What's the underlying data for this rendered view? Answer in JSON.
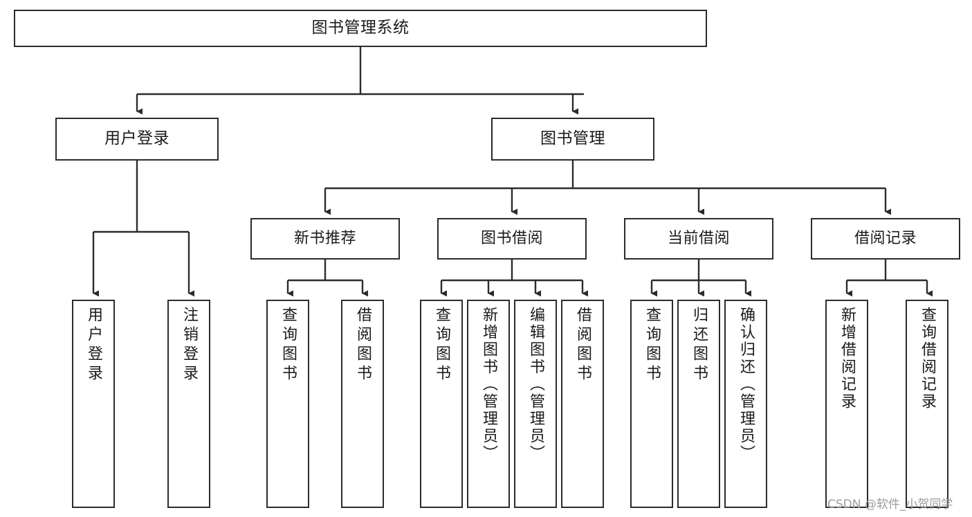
{
  "diagram": {
    "title": "图书管理系统",
    "type": "tree-hierarchy",
    "watermark": "CSDN @软件_小贺同学",
    "colors": {
      "background": "#ffffff",
      "box_border": "#2b2b2b",
      "edge": "#2b2b2b",
      "text": "#1a1a1a",
      "watermark": "#9c9c9c"
    },
    "nodes": {
      "root": {
        "label": "图书管理系统"
      },
      "level2": [
        {
          "label": "用户登录"
        },
        {
          "label": "图书管理"
        }
      ],
      "level3": [
        {
          "label": "新书推荐"
        },
        {
          "label": "图书借阅"
        },
        {
          "label": "当前借阅"
        },
        {
          "label": "借阅记录"
        }
      ],
      "leaves": {
        "user_login": [
          {
            "label": "用户登录"
          },
          {
            "label": "注销登录"
          }
        ],
        "new_book_recommend": [
          {
            "label": "查询图书"
          },
          {
            "label": "借阅图书"
          }
        ],
        "book_borrow": [
          {
            "label": "查询图书"
          },
          {
            "label": "新增图书（管理员）"
          },
          {
            "label": "编辑图书（管理员）"
          },
          {
            "label": "借阅图书"
          }
        ],
        "current_borrow": [
          {
            "label": "查询图书"
          },
          {
            "label": "归还图书"
          },
          {
            "label": "确认归还（管理员）"
          }
        ],
        "borrow_record": [
          {
            "label": "新增借阅记录"
          },
          {
            "label": "查询借阅记录"
          }
        ]
      }
    }
  }
}
